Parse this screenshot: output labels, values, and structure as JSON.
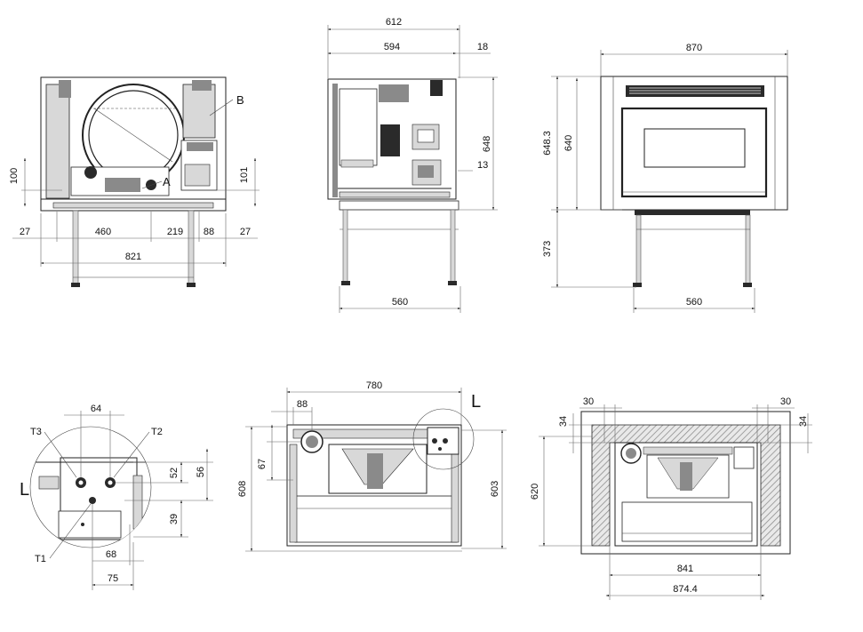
{
  "colors": {
    "line": "#222222",
    "hatch": "#9a9a9a",
    "fill_dark": "#2a2a2a",
    "fill_light": "#d8d8d8"
  },
  "front_view": {
    "label_b": "B",
    "label_a": "A",
    "dim_100": "100",
    "dim_101": "101",
    "dim_27_left": "27",
    "dim_460": "460",
    "dim_219": "219",
    "dim_88": "88",
    "dim_27_right": "27",
    "dim_821": "821"
  },
  "side_view": {
    "dim_612": "612",
    "dim_594": "594",
    "dim_18": "18",
    "dim_648": "648",
    "dim_13": "13",
    "dim_560": "560"
  },
  "cladding_view": {
    "dim_870": "870",
    "dim_648_3": "648.3",
    "dim_640": "640",
    "dim_373": "373",
    "dim_560": "560"
  },
  "detail_view": {
    "label_l": "L",
    "dim_64": "64",
    "label_t3": "T3",
    "label_t2": "T2",
    "dim_52": "52",
    "dim_56": "56",
    "dim_39": "39",
    "label_t1": "T1",
    "dim_68": "68",
    "dim_75": "75"
  },
  "top_view": {
    "dim_780": "780",
    "dim_88": "88",
    "label_l": "L",
    "dim_67": "67",
    "dim_608": "608",
    "dim_603": "603"
  },
  "niche_view": {
    "dim_30_left": "30",
    "dim_30_right": "30",
    "dim_34_left": "34",
    "dim_34_right": "34",
    "dim_620": "620",
    "dim_841": "841",
    "dim_874_4": "874.4"
  }
}
